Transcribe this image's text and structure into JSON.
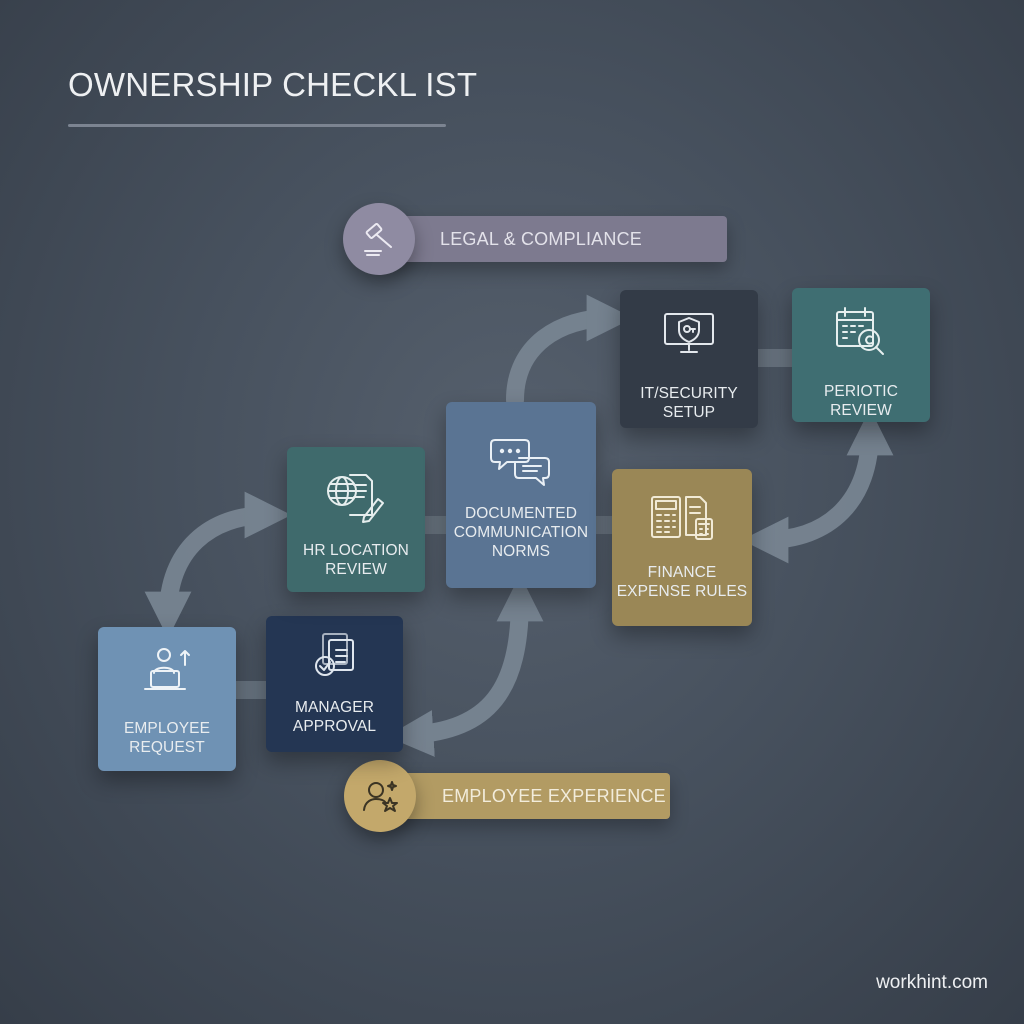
{
  "title": "OWNERSHIP CHECKL IST",
  "pills": {
    "legal": {
      "label": "LEGAL & COMPLIANCE",
      "icon": "gavel-icon",
      "color": "#7d7a8f"
    },
    "experience": {
      "label": "EMPLOYEE EXPERIENCE",
      "icon": "person-star-icon",
      "color": "#b29b63"
    }
  },
  "steps": {
    "employee_request": {
      "label": "EMPLOYEE\nREQUEST",
      "icon": "laptop-user-icon",
      "color": "#6f92b4"
    },
    "manager_approval": {
      "label": "MANAGER\nAPPROVAL",
      "icon": "document-check-icon",
      "color": "#243653"
    },
    "hr_location_review": {
      "label": "HR LOCATION\nREVIEW",
      "icon": "globe-document-icon",
      "color": "#3f6a6c"
    },
    "communication_norms": {
      "label": "DOCUMENTED\nCOMMUNICATION\nNORMS",
      "icon": "chat-bubbles-icon",
      "color": "#5a7493"
    },
    "it_security_setup": {
      "label": "IT/SECURITY\nSETUP",
      "icon": "shield-monitor-icon",
      "color": "#333b47"
    },
    "periodic_review": {
      "label": "PERIOTIC\nREVIEW",
      "icon": "calendar-search-icon",
      "color": "#3f6e72"
    },
    "finance_expense_rules": {
      "label": "FINANCE\nEXPENSE RULES",
      "icon": "calculator-document-icon",
      "color": "#9a8756"
    }
  },
  "footer": "workhint.com"
}
